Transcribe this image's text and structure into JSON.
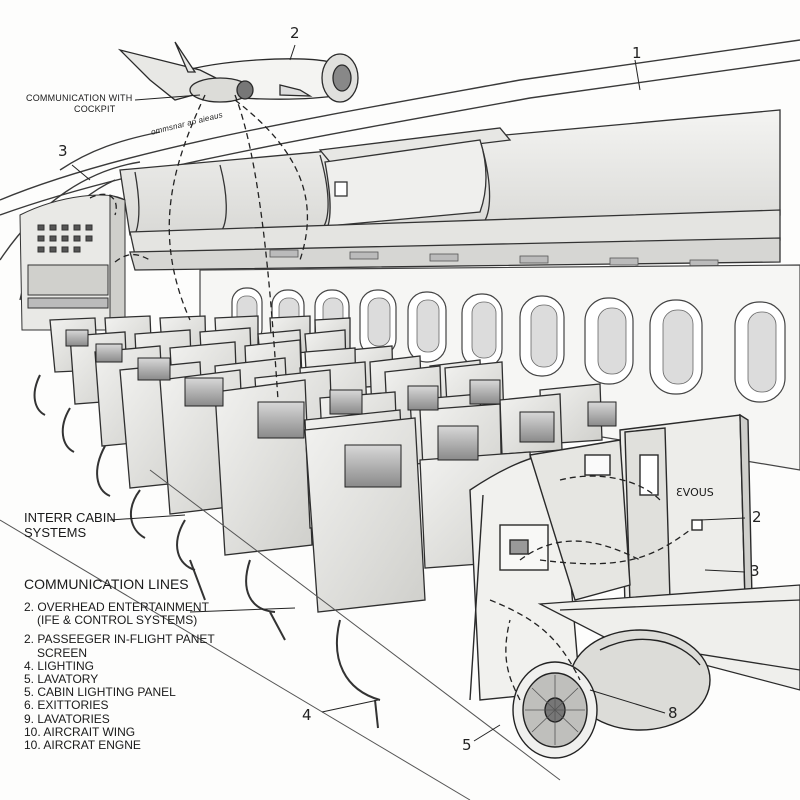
{
  "callouts": {
    "comm_cockpit": [
      "COMMUNICATION WITH",
      "COCKPIT"
    ],
    "squiggle_text": "ommsnar ao aieaus",
    "interr_cabin": [
      "INTERR CABIN",
      "SYSTEMS"
    ],
    "numbers": {
      "n1_top": "1",
      "n2_top": "2",
      "n3_left": "3",
      "n2_right": "2",
      "n3_right": "3",
      "n4_bottom": "4",
      "n5_bottom": "5",
      "n8_bottom": "8"
    },
    "lav_sign": "ƐVOUS"
  },
  "legend": {
    "title": "COMMUNICATION LINES",
    "items": [
      "2.  OVERHEAD ENTERTAINMENT",
      "(IFE & CONTROL SYSTEMS)",
      "2.  PASSEEGER IN-FLIGHT PANET",
      "SCREEN",
      "4.  LIGHTING",
      "5.  LAVATORY",
      "5.  CABIN LIGHTING PANEL",
      "6.  EXITTORIES",
      "9.  LAVATORIES",
      "10. AIRCRAIT WING",
      "10. AIRCRAT ENGNE"
    ]
  }
}
